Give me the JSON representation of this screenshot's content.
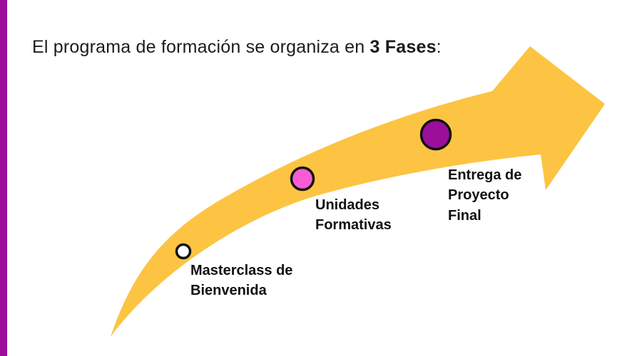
{
  "slide": {
    "title": {
      "prefix": "El programa de formación se organiza en ",
      "highlight": "3 Fases",
      "suffix": ":"
    }
  },
  "colors": {
    "accent_bar": "#9B0F9B",
    "arrow": "#FCC442",
    "marker_stroke": "#111111"
  },
  "phases": [
    {
      "id": "masterclass-bienvenida",
      "lines": {
        "l1": "Masterclass de",
        "l2": "Bienvenida"
      },
      "marker_color": "#FFFFFF"
    },
    {
      "id": "unidades-formativas",
      "lines": {
        "l1": "Unidades",
        "l2": "Formativas"
      },
      "marker_color": "#F95CD3"
    },
    {
      "id": "entrega-proyecto-final",
      "lines": {
        "l1": "Entrega de",
        "l2": "Proyecto",
        "l3": "Final"
      },
      "marker_color": "#9B0F9B"
    }
  ]
}
